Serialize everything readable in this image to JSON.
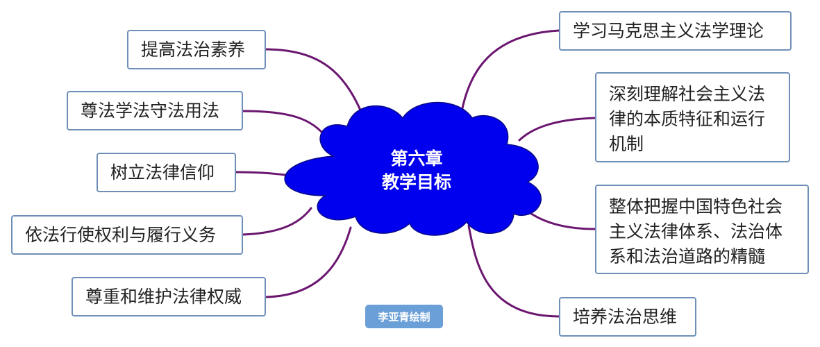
{
  "center": {
    "line1": "第六章",
    "line2": "教学目标",
    "fill": "#0000ee"
  },
  "left_branches": [
    "提高法治素养",
    "尊法学法守法用法",
    "树立法律信仰",
    "依法行使权利与履行义务",
    "尊重和维护法律权威"
  ],
  "right_branches": [
    [
      "学习马克思主义法学理论"
    ],
    [
      "深刻理解社会主义法",
      "律的本质特征和运行",
      "机制"
    ],
    [
      "整体把握中国特色社会",
      "主义法律体系、法治体",
      "系和法治道路的精髓"
    ],
    [
      "培养法治思维"
    ]
  ],
  "credit": "李亚青绘制",
  "colors": {
    "connector": "#6b1670",
    "node_border": "#6e8fb8",
    "credit_bg": "#6a9fd8"
  }
}
